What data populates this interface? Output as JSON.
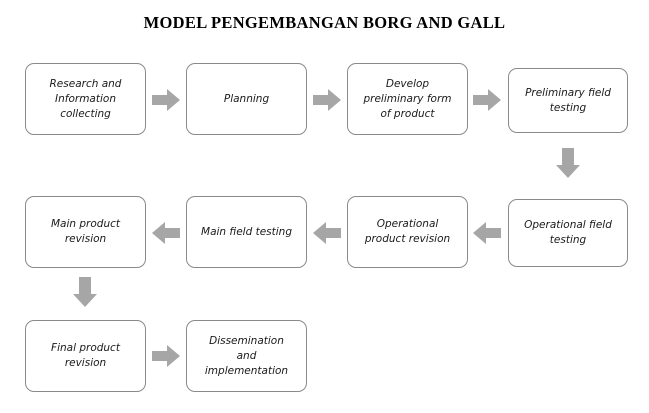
{
  "title": "MODEL PENGEMBANGAN BORG AND GALL",
  "colors": {
    "arrow_fill": "#a6a6a6",
    "box_border": "#8a8a8a",
    "box_fill": "#ffffff",
    "text": "#1a1a1a",
    "title": "#000000"
  },
  "nodes": [
    {
      "id": "research-and-information-collecting",
      "label": "Research and\nInformation\ncollecting"
    },
    {
      "id": "planning",
      "label": "Planning"
    },
    {
      "id": "develop-preliminary-form-of-product",
      "label": "Develop\npreliminary form\nof product"
    },
    {
      "id": "preliminary-field-testing",
      "label": "Preliminary field\ntesting"
    },
    {
      "id": "operational-field-testing",
      "label": "Operational field\ntesting"
    },
    {
      "id": "operational-product-revision",
      "label": "Operational\nproduct revision"
    },
    {
      "id": "main-field-testing",
      "label": "Main field testing"
    },
    {
      "id": "main-product-revision",
      "label": "Main product\nrevision"
    },
    {
      "id": "final-product-revision",
      "label": "Final product\nrevision"
    },
    {
      "id": "dissemination-and-implementation",
      "label": "Dissemination\nand\nimplementation"
    }
  ],
  "arrows": [
    {
      "id": "arrow-research-to-planning",
      "direction": "right"
    },
    {
      "id": "arrow-planning-to-develop",
      "direction": "right"
    },
    {
      "id": "arrow-develop-to-preliminary-testing",
      "direction": "right"
    },
    {
      "id": "arrow-preliminary-testing-to-operational-testing",
      "direction": "down"
    },
    {
      "id": "arrow-operational-testing-to-operational-revision",
      "direction": "left"
    },
    {
      "id": "arrow-operational-revision-to-main-testing",
      "direction": "left"
    },
    {
      "id": "arrow-main-testing-to-main-revision",
      "direction": "left"
    },
    {
      "id": "arrow-main-revision-to-final-revision",
      "direction": "down"
    },
    {
      "id": "arrow-final-revision-to-dissemination",
      "direction": "right"
    }
  ]
}
